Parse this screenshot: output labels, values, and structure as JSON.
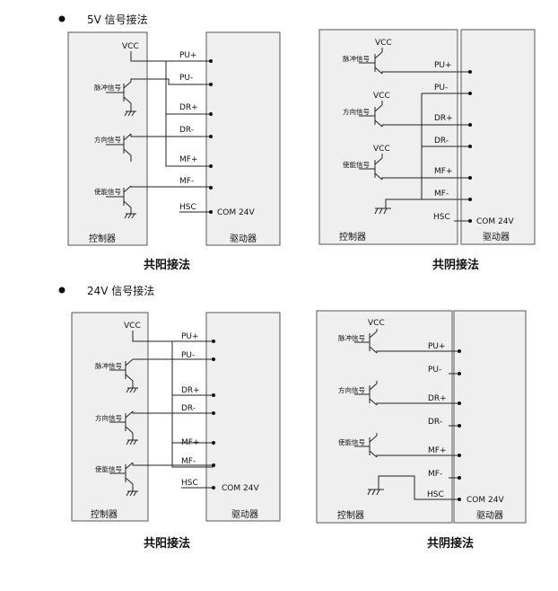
{
  "sections": [
    {
      "heading": "5V 信号接法",
      "diagrams": [
        {
          "controller_label": "控制器",
          "driver_label": "驱动器",
          "caption": "共阳接法",
          "vcc": "VCC",
          "signals": [
            "脉冲信号",
            "方向信号",
            "使能信号"
          ],
          "pins": [
            "PU+",
            "PU-",
            "DR+",
            "DR-",
            "MF+",
            "MF-",
            "HSC"
          ],
          "com": "COM 24V"
        },
        {
          "controller_label": "控制器",
          "driver_label": "驱动器",
          "caption": "共阴接法",
          "vcc": "VCC",
          "signals": [
            "脉冲信号",
            "方向信号",
            "使能信号"
          ],
          "pins": [
            "PU+",
            "PU-",
            "DR+",
            "DR-",
            "MF+",
            "MF-",
            "HSC"
          ],
          "com": "COM 24V"
        }
      ]
    },
    {
      "heading": "24V 信号接法",
      "diagrams": [
        {
          "controller_label": "控制器",
          "driver_label": "驱动器",
          "caption": "共阳接法",
          "vcc": "VCC",
          "signals": [
            "脉冲信号",
            "方向信号",
            "使能信号"
          ],
          "pins": [
            "PU+",
            "PU-",
            "DR+",
            "DR-",
            "MF+",
            "MF-",
            "HSC"
          ],
          "com": "COM 24V"
        },
        {
          "controller_label": "控制器",
          "driver_label": "驱动器",
          "caption": "共阴接法",
          "vcc": "VCC",
          "signals": [
            "脉冲信号",
            "方向信号",
            "使能信号"
          ],
          "pins": [
            "PU+",
            "PU-",
            "DR+",
            "DR-",
            "MF+",
            "MF-",
            "HSC"
          ],
          "com": "COM 24V"
        }
      ]
    }
  ]
}
